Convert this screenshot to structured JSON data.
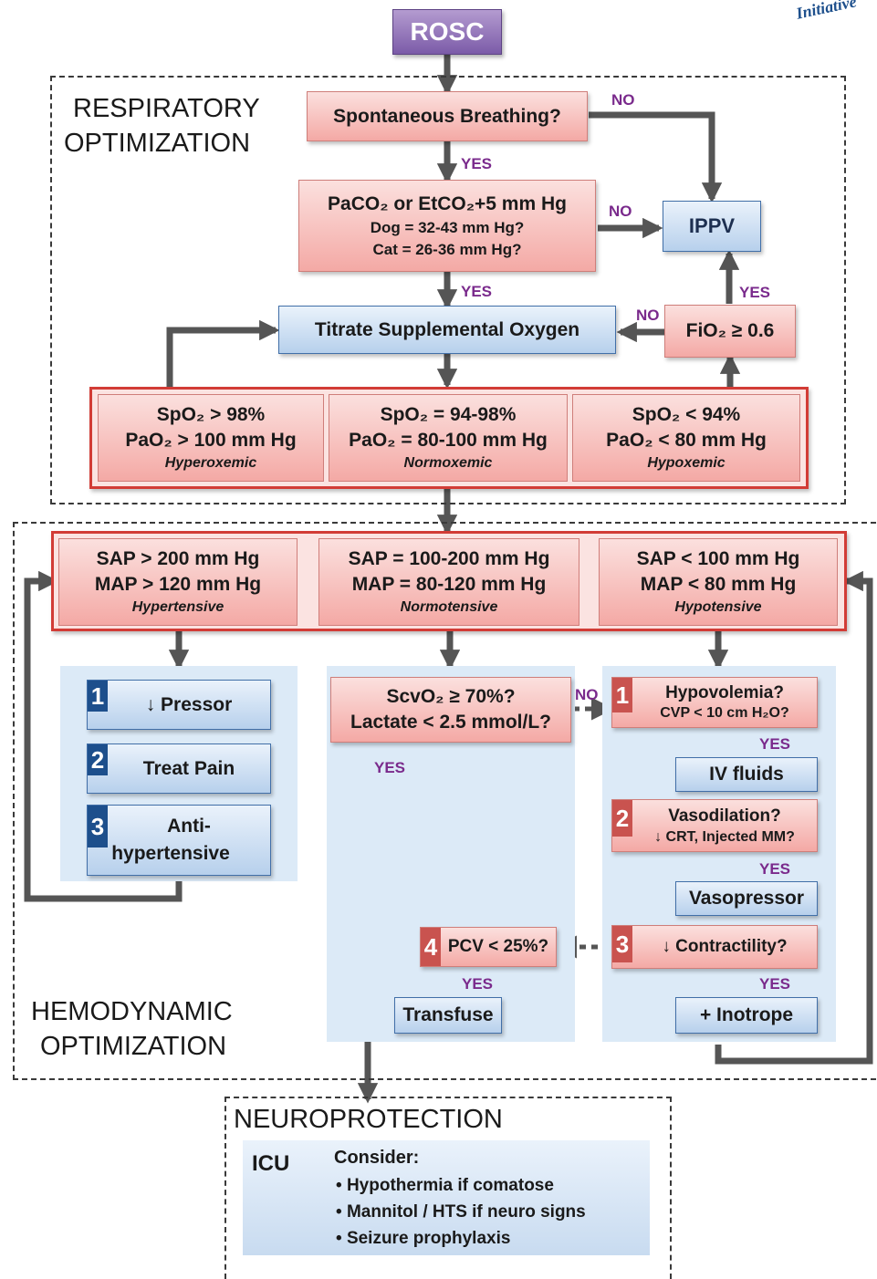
{
  "rosc": "ROSC",
  "partner_logo_text": "Initiative",
  "respiratory": {
    "title_line1": "RESPIRATORY",
    "title_line2": "OPTIMIZATION",
    "spontaneous": "Spontaneous Breathing?",
    "paco2_line1": "PaCO₂ or EtCO₂+5 mm Hg",
    "paco2_line2": "Dog = 32-43 mm Hg?",
    "paco2_line3": "Cat = 26-36 mm Hg?",
    "ippv": "IPPV",
    "titrate": "Titrate Supplemental Oxygen",
    "fio2": "FiO₂ ≥ 0.6",
    "oxygen_states": [
      {
        "line1": "SpO₂ > 98%",
        "line2": "PaO₂ > 100 mm Hg",
        "state": "Hyperoxemic"
      },
      {
        "line1": "SpO₂ = 94-98%",
        "line2": "PaO₂ = 80-100 mm Hg",
        "state": "Normoxemic"
      },
      {
        "line1": "SpO₂ < 94%",
        "line2": "PaO₂ < 80 mm Hg",
        "state": "Hypoxemic"
      }
    ]
  },
  "hemodynamic": {
    "title_line1": "HEMODYNAMIC",
    "title_line2": "OPTIMIZATION",
    "bp_states": [
      {
        "line1": "SAP > 200 mm Hg",
        "line2": "MAP > 120 mm Hg",
        "state": "Hypertensive"
      },
      {
        "line1": "SAP = 100-200 mm Hg",
        "line2": "MAP = 80-120 mm Hg",
        "state": "Normotensive"
      },
      {
        "line1": "SAP < 100 mm Hg",
        "line2": "MAP < 80 mm Hg",
        "state": "Hypotensive"
      }
    ],
    "hypertensive_steps": [
      {
        "num": "1",
        "label": "↓ Pressor"
      },
      {
        "num": "2",
        "label": "Treat Pain"
      },
      {
        "num": "3",
        "label_line1": "Anti-",
        "label_line2": "hypertensive"
      }
    ],
    "scvo2_line1": "ScvO₂ ≥ 70%?",
    "scvo2_line2": "Lactate < 2.5 mmol/L?",
    "pcv_num": "4",
    "pcv": "PCV < 25%?",
    "transfuse": "Transfuse",
    "hypotensive_steps": [
      {
        "num": "1",
        "line1": "Hypovolemia?",
        "line2": "CVP < 10 cm H₂O?",
        "action": "IV fluids"
      },
      {
        "num": "2",
        "line1": "Vasodilation?",
        "line2": "↓ CRT, Injected MM?",
        "action": "Vasopressor"
      },
      {
        "num": "3",
        "line1": "↓ Contractility?",
        "action": "+ Inotrope"
      }
    ]
  },
  "neuro": {
    "title": "NEUROPROTECTION",
    "icu": "ICU",
    "consider": "Consider:",
    "items": [
      "Hypothermia if comatose",
      "Mannitol / HTS if neuro signs",
      "Seizure prophylaxis"
    ]
  },
  "labels": {
    "yes": "YES",
    "no": "NO"
  },
  "colors": {
    "pink_box": "#f4a9a5",
    "blue_box": "#b7d0ec",
    "panel": "#dceaf7",
    "arrow": "#555555",
    "label": "#7a2a8c",
    "number_blue": "#1d4f8c",
    "number_red": "#c9534f",
    "rosc": "#8a6bb0"
  }
}
